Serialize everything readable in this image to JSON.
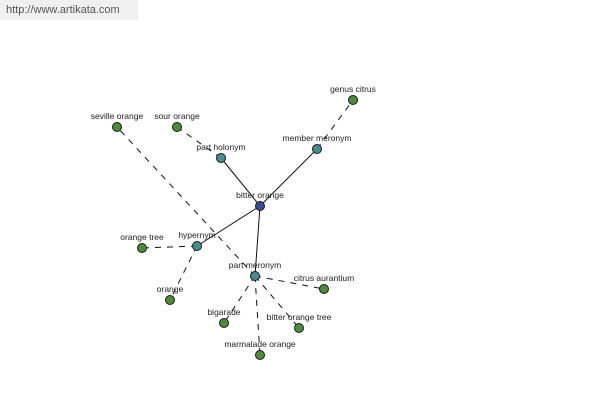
{
  "watermark": {
    "text": "http://www.artikata.com"
  },
  "colors": {
    "center": "#3b4a8c",
    "relation": "#4a8c8c",
    "leaf": "#4f8a3c",
    "edge": "#111111"
  },
  "nodes": [
    {
      "id": "bitter-orange",
      "label": "bitter orange",
      "kind": "center"
    },
    {
      "id": "part-holonym",
      "label": "part holonym",
      "kind": "relation"
    },
    {
      "id": "member-meronym",
      "label": "member meronym",
      "kind": "relation"
    },
    {
      "id": "hypernym",
      "label": "hypernym",
      "kind": "relation"
    },
    {
      "id": "part-meronym",
      "label": "part meronym",
      "kind": "relation"
    },
    {
      "id": "genus-citrus",
      "label": "genus citrus",
      "kind": "leaf"
    },
    {
      "id": "seville-orange",
      "label": "seville orange",
      "kind": "leaf"
    },
    {
      "id": "sour-orange",
      "label": "sour orange",
      "kind": "leaf"
    },
    {
      "id": "orange-tree",
      "label": "orange tree",
      "kind": "leaf"
    },
    {
      "id": "orange",
      "label": "orange",
      "kind": "leaf"
    },
    {
      "id": "citrus-aurantium",
      "label": "citrus aurantium",
      "kind": "leaf"
    },
    {
      "id": "bigarade",
      "label": "bigarade",
      "kind": "leaf"
    },
    {
      "id": "bitter-orange-tree",
      "label": "bitter orange tree",
      "kind": "leaf"
    },
    {
      "id": "marmalade-orange",
      "label": "marmalade orange",
      "kind": "leaf"
    }
  ],
  "edges": [
    {
      "from": "bitter-orange",
      "to": "part-holonym",
      "style": "solid"
    },
    {
      "from": "bitter-orange",
      "to": "member-meronym",
      "style": "solid"
    },
    {
      "from": "bitter-orange",
      "to": "hypernym",
      "style": "solid"
    },
    {
      "from": "bitter-orange",
      "to": "part-meronym",
      "style": "solid"
    },
    {
      "from": "part-holonym",
      "to": "sour-orange",
      "style": "dashed"
    },
    {
      "from": "member-meronym",
      "to": "genus-citrus",
      "style": "dashed"
    },
    {
      "from": "hypernym",
      "to": "orange-tree",
      "style": "dashed"
    },
    {
      "from": "hypernym",
      "to": "orange",
      "style": "dashed"
    },
    {
      "from": "part-meronym",
      "to": "seville-orange",
      "style": "dashed"
    },
    {
      "from": "part-meronym",
      "to": "citrus-aurantium",
      "style": "dashed"
    },
    {
      "from": "part-meronym",
      "to": "bigarade",
      "style": "dashed"
    },
    {
      "from": "part-meronym",
      "to": "bitter-orange-tree",
      "style": "dashed"
    },
    {
      "from": "part-meronym",
      "to": "marmalade-orange",
      "style": "dashed"
    }
  ]
}
